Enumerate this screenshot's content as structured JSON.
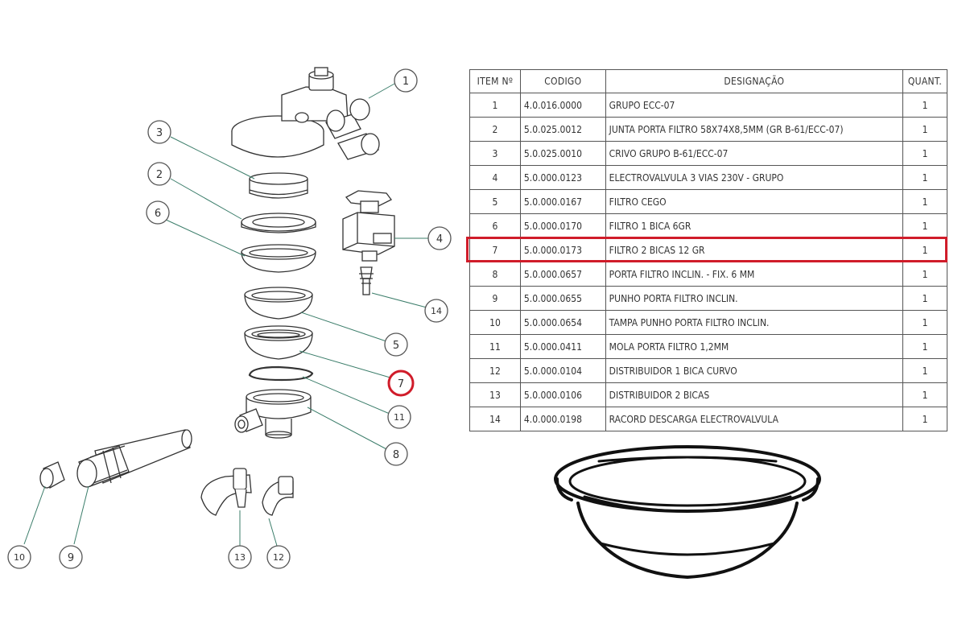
{
  "table": {
    "headers": [
      "ITEM Nº",
      "CODIGO",
      "DESIGNAÇÃO",
      "QUANT."
    ],
    "rows": [
      {
        "item": "1",
        "code": "4.0.016.0000",
        "desc": "GRUPO ECC-07",
        "qty": "1"
      },
      {
        "item": "2",
        "code": "5.0.025.0012",
        "desc": "JUNTA PORTA FILTRO 58X74X8,5MM (GR B-61/ECC-07)",
        "qty": "1"
      },
      {
        "item": "3",
        "code": "5.0.025.0010",
        "desc": "CRIVO GRUPO B-61/ECC-07",
        "qty": "1"
      },
      {
        "item": "4",
        "code": "5.0.000.0123",
        "desc": "ELECTROVALVULA 3 VIAS 230V - GRUPO",
        "qty": "1"
      },
      {
        "item": "5",
        "code": "5.0.000.0167",
        "desc": "FILTRO CEGO",
        "qty": "1"
      },
      {
        "item": "6",
        "code": "5.0.000.0170",
        "desc": "FILTRO 1 BICA 6GR",
        "qty": "1"
      },
      {
        "item": "7",
        "code": "5.0.000.0173",
        "desc": "FILTRO 2 BICAS 12 GR",
        "qty": "1"
      },
      {
        "item": "8",
        "code": "5.0.000.0657",
        "desc": "PORTA FILTRO INCLIN. - FIX. 6 MM",
        "qty": "1"
      },
      {
        "item": "9",
        "code": "5.0.000.0655",
        "desc": "PUNHO PORTA FILTRO INCLIN.",
        "qty": "1"
      },
      {
        "item": "10",
        "code": "5.0.000.0654",
        "desc": "TAMPA PUNHO PORTA FILTRO INCLIN.",
        "qty": "1"
      },
      {
        "item": "11",
        "code": "5.0.000.0411",
        "desc": "MOLA PORTA FILTRO 1,2MM",
        "qty": "1"
      },
      {
        "item": "12",
        "code": "5.0.000.0104",
        "desc": "DISTRIBUIDOR 1 BICA CURVO",
        "qty": "1"
      },
      {
        "item": "13",
        "code": "5.0.000.0106",
        "desc": "DISTRIBUIDOR 2 BICAS",
        "qty": "1"
      },
      {
        "item": "14",
        "code": "4.0.000.0198",
        "desc": "RACORD DESCARGA ELECTROVALVULA",
        "qty": "1"
      }
    ],
    "highlighted_item": "7"
  },
  "diagram": {
    "balloons": [
      "1",
      "2",
      "3",
      "4",
      "5",
      "6",
      "7",
      "8",
      "9",
      "10",
      "11",
      "12",
      "13",
      "14"
    ],
    "highlighted_balloon": "7"
  },
  "colors": {
    "line": "#333333",
    "leader": "#3b7d6a",
    "highlight": "#d01c2a"
  }
}
